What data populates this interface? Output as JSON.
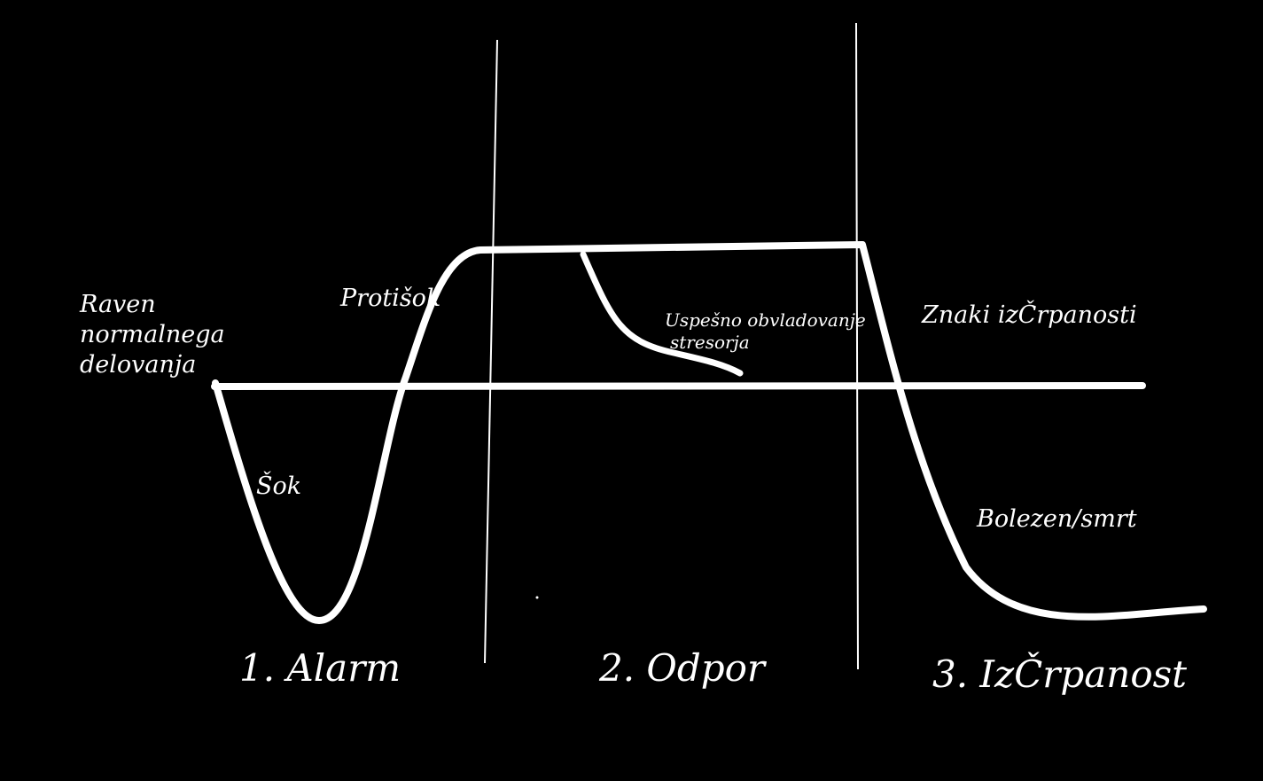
{
  "diagram": {
    "labels": {
      "normal_level_line1": "Raven",
      "normal_level_line2": "normalnega",
      "normal_level_line3": "delovanja",
      "countershock": "Protišok",
      "shock": "Šok",
      "successful_coping_line1": "Uspešno obvladovanje",
      "successful_coping_line2": "stresorja",
      "exhaustion_signs": "Znaki izČrpanosti",
      "illness_death": "Bolezen/smrt"
    },
    "phases": {
      "alarm": "1. Alarm",
      "resistance": "2. Odpor",
      "exhaustion": "3. IzČrpanost"
    },
    "colors": {
      "background": "#000000",
      "stroke": "#ffffff"
    }
  }
}
